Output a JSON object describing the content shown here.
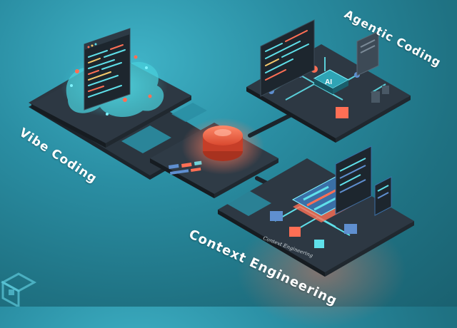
{
  "labels": {
    "vibe": "Vibe Coding",
    "agentic": "Agentic Coding",
    "context": "Context Engineering",
    "context_etched": "Context Engineering"
  },
  "chip_text": "AI",
  "icons": [
    "code-window-icon",
    "ai-chip-icon",
    "server-icon",
    "dashboard-icon",
    "logo-mark-icon"
  ],
  "colors": {
    "background": "#2a8ea3",
    "platform": "#2b3640",
    "platform_edge": "#1c242b",
    "accent_coral": "#ff6f55",
    "accent_cyan": "#5fe0ea",
    "panel_blue": "#3a6fa6"
  }
}
